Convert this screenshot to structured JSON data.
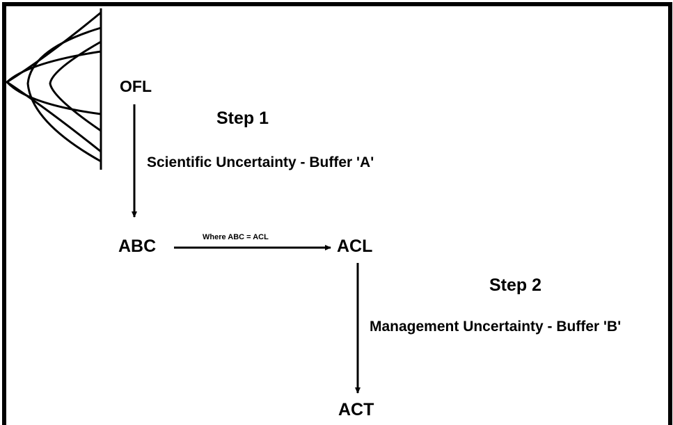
{
  "diagram": {
    "nodes": {
      "ofl": "OFL",
      "abc": "ABC",
      "acl": "ACL",
      "act": "ACT"
    },
    "steps": {
      "step1": "Step 1",
      "step2": "Step 2"
    },
    "edges": {
      "ofl_to_abc": "Scientific Uncertainty - Buffer 'A'",
      "abc_to_acl": "Where ABC = ACL",
      "acl_to_act": "Management Uncertainty - Buffer 'B'"
    },
    "colors": {
      "ink": "#000000",
      "background": "#ffffff"
    },
    "icons": {
      "uncertainty_graphic": "distribution-curves-icon"
    }
  }
}
